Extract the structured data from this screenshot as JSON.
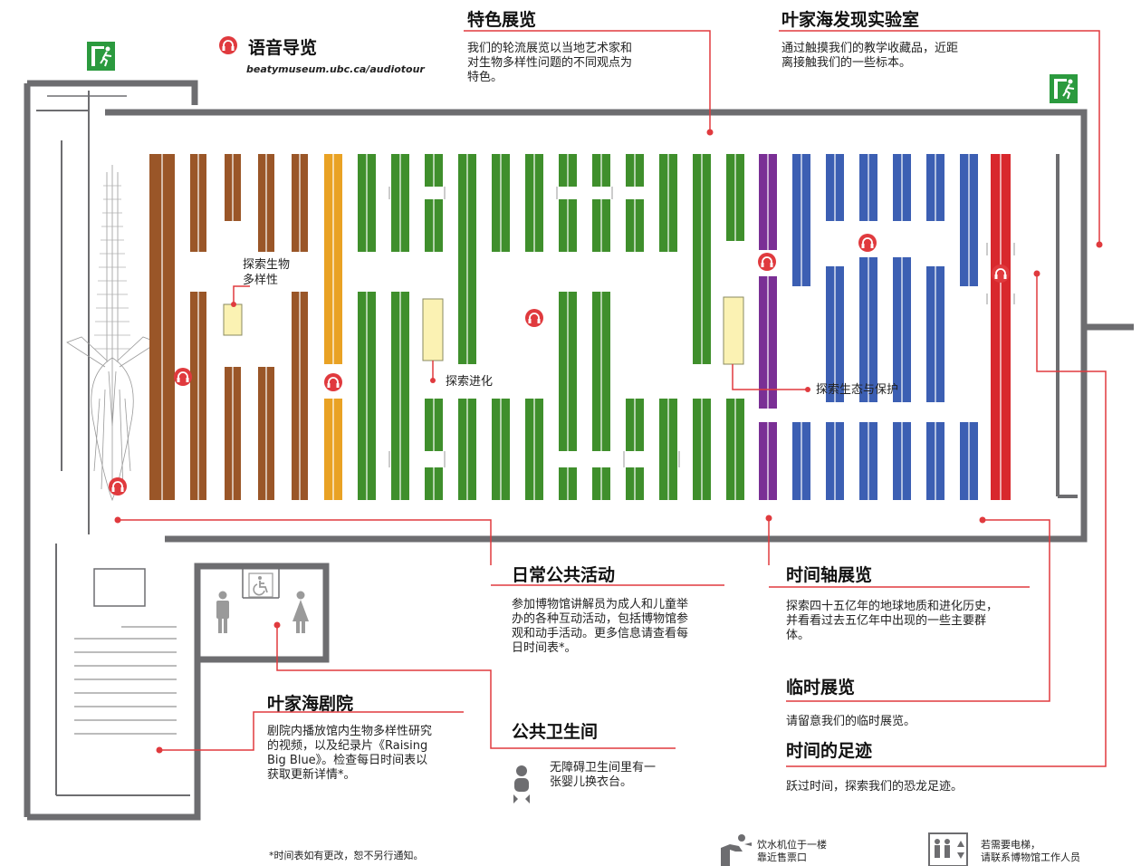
{
  "audio_tour": {
    "title": "语音导览",
    "url": "beatymuseum.ubc.ca/audiotour"
  },
  "featured": {
    "title": "特色展览",
    "body": [
      "我们的轮流展览以当地艺术家和",
      "对生物多样性问题的不同观点为",
      "特色。"
    ]
  },
  "lab": {
    "title": "叶家海发现实验室",
    "body": [
      "通过触摸我们的教学收藏品，近距",
      "离接触我们的一些标本。"
    ]
  },
  "zones": {
    "biodiversity": [
      "探索生物",
      "多样性"
    ],
    "evolution": "探索进化",
    "ecology": "探索生态与保护"
  },
  "daily": {
    "title": "日常公共活动",
    "body": [
      "参加博物馆讲解员为成人和儿童举",
      "办的各种互动活动，包括博物馆参",
      "观和动手活动。更多信息请查看每",
      "日时间表*。"
    ]
  },
  "timeline": {
    "title": "时间轴展览",
    "body": [
      "探索四十五亿年的地球地质和进化历史，",
      "并看看过去五亿年中出现的一些主要群",
      "体。"
    ]
  },
  "temporary": {
    "title": "临时展览",
    "body": "请留意我们的临时展览。"
  },
  "footprints": {
    "title": "时间的足迹",
    "body": "跃过时间，探索我们的恐龙足迹。"
  },
  "theatre": {
    "title": "叶家海剧院",
    "body": [
      "剧院内播放馆内生物多样性研究",
      "的视频，以及纪录片《Raising",
      "Big Blue》。检查每日时间表以",
      "获取更新详情*。"
    ]
  },
  "washroom": {
    "title": "公共卫生间",
    "body": [
      "无障碍卫生间里有一",
      "张婴儿换衣台。"
    ]
  },
  "footnote": "*时间表如有更改，恕不另行通知。",
  "water": [
    "饮水机位于一楼",
    "靠近售票口"
  ],
  "elevator": [
    "若需要电梯，",
    "请联系博物馆工作人员"
  ],
  "colors": {
    "accent": "#e03a3e",
    "wall": "#6d6d70",
    "brown": "#9a5628",
    "orange": "#e9a224",
    "green": "#3f8f2c",
    "purple": "#7a2f95",
    "blue": "#3c5fb3",
    "red": "#d8282d",
    "exhibit": "#fbf2b3",
    "exit": "#2b9a3e"
  },
  "icons": [
    "headphones-icon",
    "exit-sign-icon",
    "whale-skeleton-icon",
    "accessible-icon",
    "man-icon",
    "woman-icon",
    "baby-change-icon",
    "water-fountain-icon",
    "elevator-icon"
  ]
}
